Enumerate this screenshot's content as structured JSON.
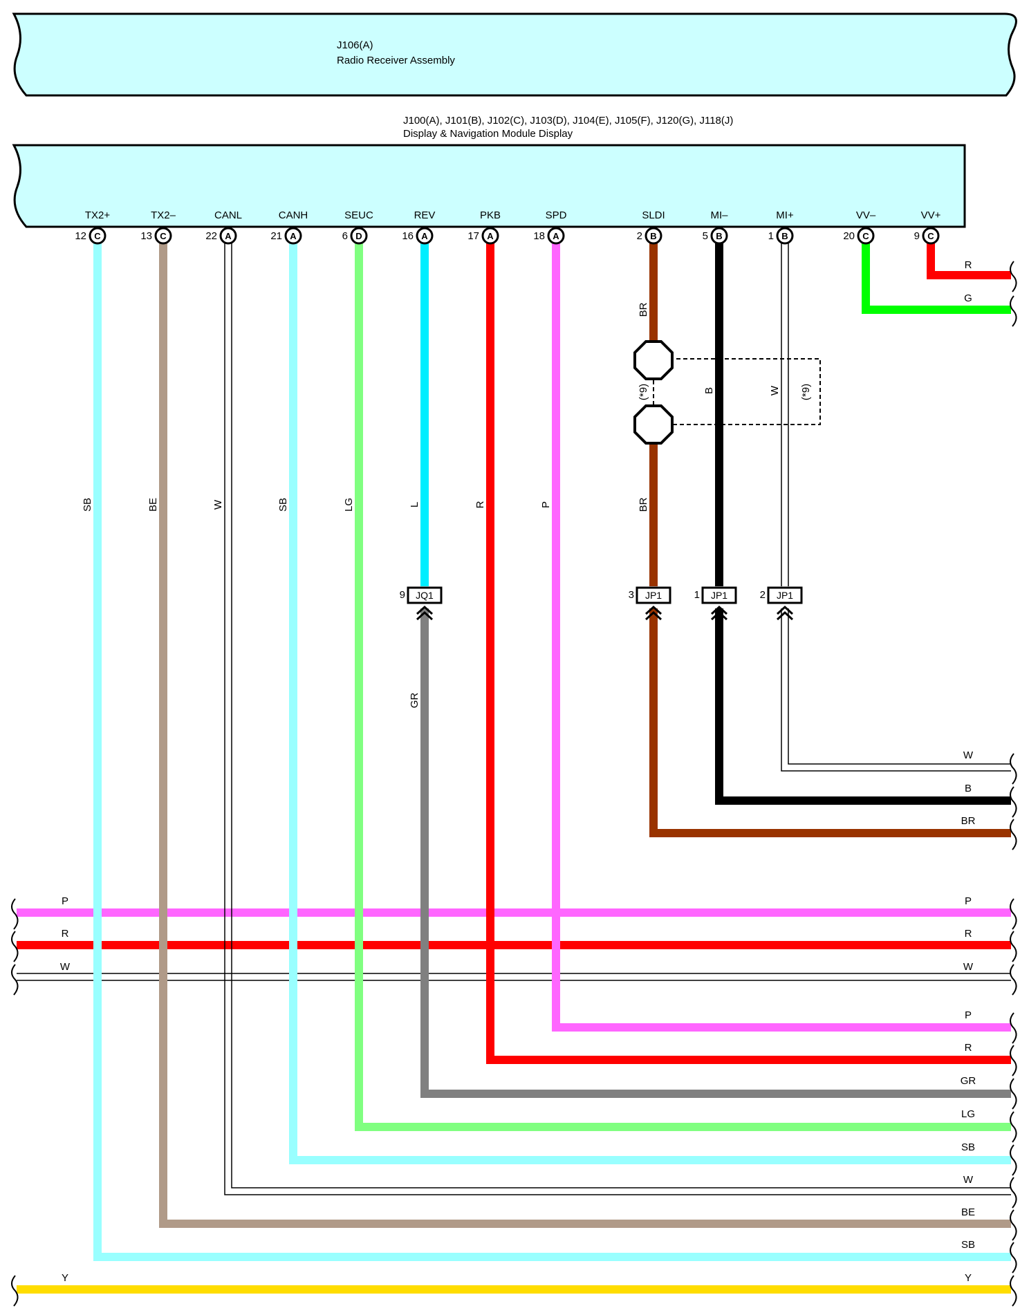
{
  "radio_receiver": {
    "id": "J106(A)",
    "name": "Radio Receiver Assembly"
  },
  "display_module": {
    "id": "J100(A), J101(B), J102(C), J103(D), J104(E), J105(F), J120(G), J118(J)",
    "name": "Display & Navigation Module Display"
  },
  "pins": [
    {
      "name": "TX2+",
      "num": "12",
      "conn": "C"
    },
    {
      "name": "TX2–",
      "num": "13",
      "conn": "C"
    },
    {
      "name": "CANL",
      "num": "22",
      "conn": "A"
    },
    {
      "name": "CANH",
      "num": "21",
      "conn": "A"
    },
    {
      "name": "SEUC",
      "num": "6",
      "conn": "D"
    },
    {
      "name": "REV",
      "num": "16",
      "conn": "A"
    },
    {
      "name": "PKB",
      "num": "17",
      "conn": "A"
    },
    {
      "name": "SPD",
      "num": "18",
      "conn": "A"
    },
    {
      "name": "SLDI",
      "num": "2",
      "conn": "B"
    },
    {
      "name": "MI–",
      "num": "5",
      "conn": "B"
    },
    {
      "name": "MI+",
      "num": "1",
      "conn": "B"
    },
    {
      "name": "VV–",
      "num": "20",
      "conn": "C"
    },
    {
      "name": "VV+",
      "num": "9",
      "conn": "C"
    }
  ],
  "vertical_wire_labels": [
    "SB",
    "BE",
    "W",
    "SB",
    "LG",
    "L",
    "R",
    "P",
    "BR",
    "B",
    "W"
  ],
  "shield_labels": {
    "br_top": "BR",
    "left_note": "(*9)",
    "right_note": "(*9)"
  },
  "junction_connectors": [
    {
      "label": "JQ1",
      "pin": "9"
    },
    {
      "label": "JP1",
      "pin": "3"
    },
    {
      "label": "JP1",
      "pin": "1"
    },
    {
      "label": "JP1",
      "pin": "2"
    }
  ],
  "below_connector_labels": {
    "gr": "GR"
  },
  "vv_outputs": [
    "R",
    "G"
  ],
  "mi_outputs": [
    "W",
    "B",
    "BR"
  ],
  "through_wires": {
    "left": [
      "P",
      "R",
      "W"
    ],
    "right": [
      "P",
      "R",
      "W"
    ]
  },
  "bottom_outputs": [
    "P",
    "R",
    "GR",
    "LG",
    "SB",
    "W",
    "BE",
    "SB"
  ],
  "yellow_wire": {
    "left": "Y",
    "right": "Y"
  },
  "colors": {
    "panel_fill": "#ccffff",
    "SB": "#99ffff",
    "BE": "#b09a88",
    "W": "#ffffff",
    "LG": "#80ff80",
    "L": "#00eeff",
    "R": "#ff0000",
    "P": "#ff66ff",
    "BR": "#993300",
    "B": "#000000",
    "G": "#00ff00",
    "GR": "#808080",
    "Y": "#ffdd00"
  }
}
